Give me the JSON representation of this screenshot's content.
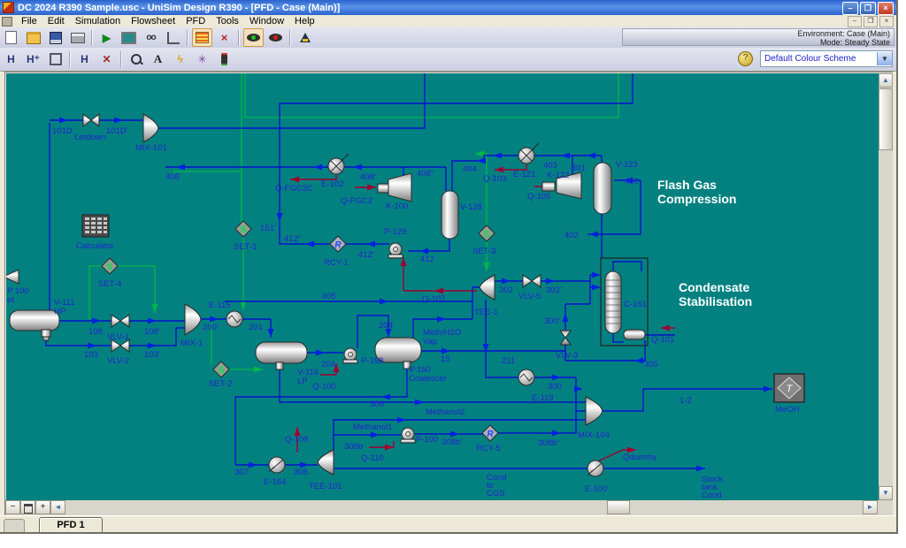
{
  "window": {
    "title": "DC 2024 R390 Sample.usc - UniSim Design R390 - [PFD - Case (Main)]",
    "menu": [
      "File",
      "Edit",
      "Simulation",
      "Flowsheet",
      "PFD",
      "Tools",
      "Window",
      "Help"
    ],
    "environment_line1": "Environment: Case (Main)",
    "environment_line2": "Mode: Steady State",
    "colour_scheme": "Default Colour Scheme",
    "tab": "PFD 1",
    "min_glyph": "–",
    "restore_glyph": "❐",
    "close_glyph": "×"
  },
  "icons": {
    "standard": [
      "new-icon",
      "open-icon",
      "save-icon",
      "print-icon",
      "solver-active-icon",
      "workbook-icon",
      "find-object-icon",
      "navigator-icon",
      "pfd-streamlines-icon",
      "break-connection-icon",
      "ignore-off-eye-icon",
      "ignore-on-eye-icon",
      "event-scheduler-flask-icon"
    ],
    "pfd_tools": [
      "attach-mode-icon",
      "auto-attach-icon",
      "size-mode-icon",
      "swap-attachments-icon",
      "disconnect-icon",
      "zoom-icon",
      "add-text-icon",
      "quick-route-icon",
      "colour-wheel-icon",
      "traffic-signal-icon"
    ]
  },
  "colors": {
    "canvas_teal": "#038181",
    "stream_blue": "#0013cc",
    "signal_green": "#00b944",
    "energy_red": "#a00030",
    "label_blue": "#2323cf",
    "annotation_white": "#ffffff"
  },
  "annotations": {
    "flash1": "Flash Gas",
    "flash2": "Compression",
    "cond1": "Condensate",
    "cond2": "Stabilisation"
  },
  "pfd": {
    "labels": {
      "s101D": "101D",
      "letdown": "Letdown",
      "s101Dp": "101D'",
      "mix101": "MIX-101",
      "s408": "408",
      "e102": "E-102",
      "qfgc2c": "Q-FGC2C",
      "s408p": "408'",
      "qfgc2": "Q-FGC2",
      "k100": "K-100",
      "s408pp": "408\"",
      "v128": "V-128",
      "s404": "404",
      "q103": "Q-103",
      "e121": "E-121",
      "s403": "403",
      "s401": "401",
      "k122": "K-122",
      "q105": "Q-105",
      "v123": "V-123",
      "s400": "400",
      "s402": "402",
      "set3": "SET-3",
      "s151p": "151'",
      "s412pp": "412\"",
      "rcy1": "RCY-1",
      "s412p": "412'",
      "p129": "P-129",
      "s412": "412",
      "set1": "SET-1",
      "calculator": "Calculator",
      "set4": "SET-4",
      "frag1": "P 100",
      "frag2": "et",
      "v111": "V-111",
      "hp": "HP",
      "s108": "108",
      "vlv1": "VLV-1",
      "s108p": "108'",
      "s103": "103",
      "vlv2": "VLV-2",
      "s103p": "103'",
      "mix1": "MIX-1",
      "e115": "E-115",
      "s200p": "200'",
      "s201": "201",
      "set2": "SET-2",
      "s405": "405",
      "q107": "Q-107",
      "tee1": "TEE-1",
      "s302": "302",
      "vlv5": "VLV-5",
      "s302p": "302'",
      "s300p": "300'",
      "vlv3": "VLV-3",
      "c161": "C-161",
      "q101": "Q-101",
      "s305": "305",
      "s211": "211",
      "e119": "E-119",
      "s300": "300",
      "mix104": "MIX-104",
      "s12": "1-2",
      "meoh": "MeOH",
      "v116": "V-116",
      "lp": "LP",
      "s204": "204",
      "q100": "Q-100",
      "p158": "P-158",
      "s204p": "204'",
      "v160": "V-160",
      "coalescer": "Coalescer",
      "methv": "Meth/H2O",
      "vap": "Vap",
      "s15": "15",
      "s306": "306",
      "methanol2": "Methanol2",
      "methanol1": "Methanol1",
      "s307": "307",
      "e164": "E-164",
      "q109": "Q-109",
      "s308": "308",
      "tee101": "TEE-101",
      "s308b": "308b",
      "q110": "Q-110",
      "p100": "P-100",
      "s308bp": "308b'",
      "rcy5": "RCY-5",
      "s308bpp": "308b\"",
      "cond1": "Cond",
      "cond2": "to",
      "cond3": "CGS",
      "e100": "E-100",
      "qdummy": "Qdummy",
      "stock1": "Stock",
      "stock2": "tank",
      "stock3": "Cond"
    }
  }
}
